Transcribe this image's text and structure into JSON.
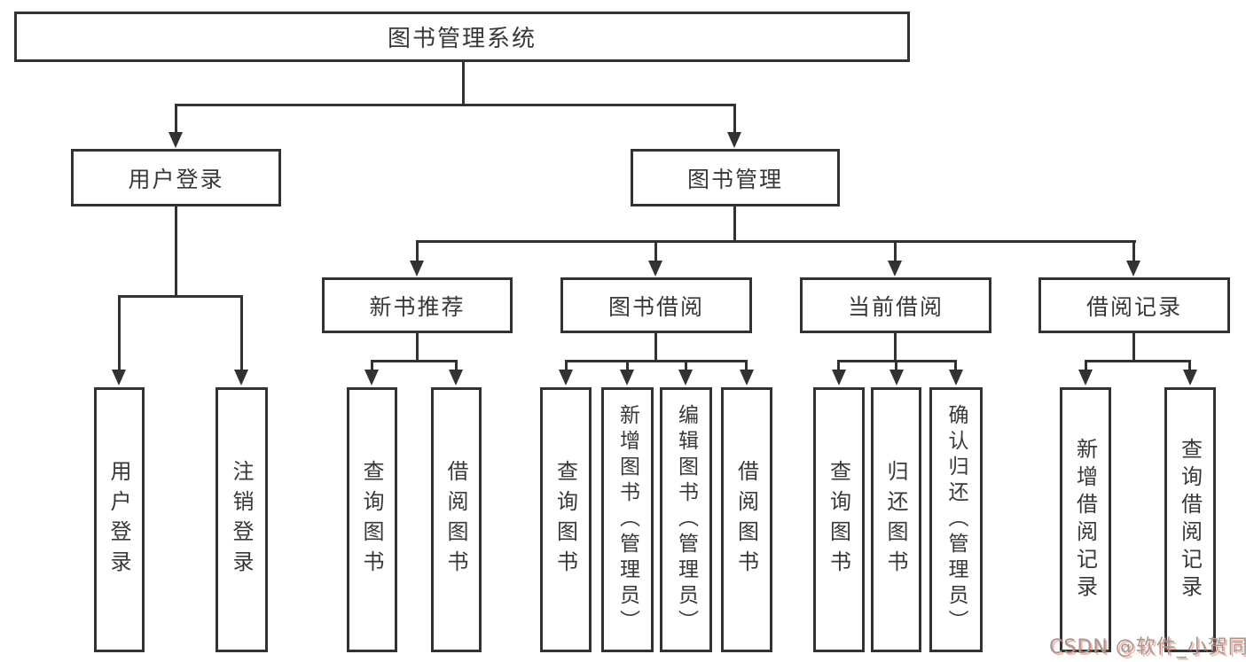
{
  "diagram": {
    "root": {
      "label": "图书管理系统"
    },
    "branches": [
      {
        "label": "用户登录",
        "leaves": [
          "用户登录",
          "注销登录"
        ]
      },
      {
        "label": "图书管理",
        "groups": [
          {
            "label": "新书推荐",
            "leaves": [
              "查询图书",
              "借阅图书"
            ]
          },
          {
            "label": "图书借阅",
            "leaves": [
              "查询图书",
              "新增图书（管理员）",
              "编辑图书（管理员）",
              "借阅图书"
            ]
          },
          {
            "label": "当前借阅",
            "leaves": [
              "查询图书",
              "归还图书",
              "确认归还（管理员）"
            ]
          },
          {
            "label": "借阅记录",
            "leaves": [
              "新增借阅记录",
              "查询借阅记录"
            ]
          }
        ]
      }
    ],
    "colors": {
      "line": "#323232",
      "box_background": "#ffffff",
      "text": "#383838"
    }
  },
  "watermark": {
    "text": "CSDN @软件_小贺同学",
    "color": "#9b9b9b",
    "shadow_color": "#fc5531"
  }
}
